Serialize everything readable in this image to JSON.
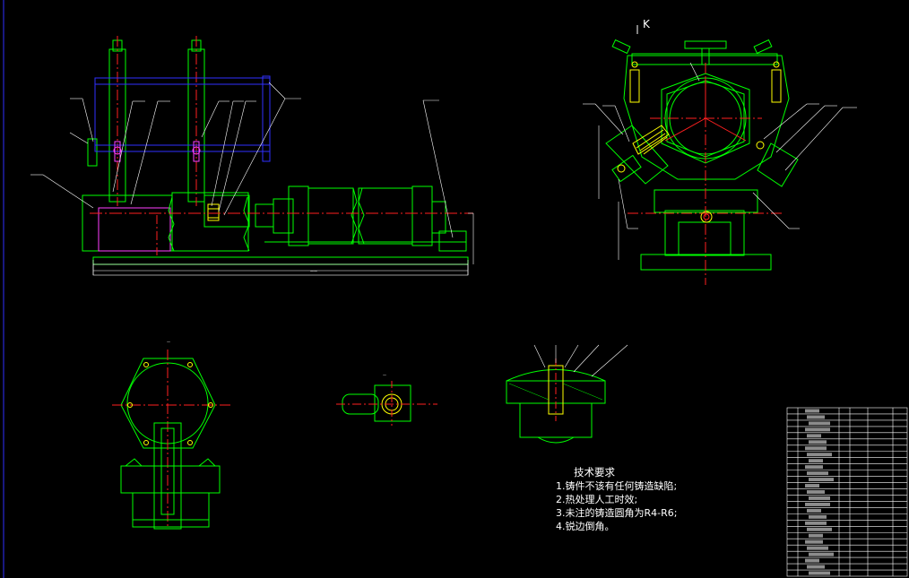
{
  "view_label_k": "K",
  "technical_requirements": {
    "title": "技术要求",
    "items": [
      "1.铸件不该有任何铸造缺陷;",
      "2.热处理人工时效;",
      "3.未注的铸造圆角为R4-R6;",
      "4.锐边倒角。"
    ]
  },
  "colors": {
    "background": "#000000",
    "outline": "#00ff00",
    "centerline": "#ff2020",
    "dimension": "#ffffff",
    "blue_part": "#3030ff",
    "magenta": "#ff40ff",
    "hatch": "#ffff00"
  },
  "parts_table_rows": 27
}
